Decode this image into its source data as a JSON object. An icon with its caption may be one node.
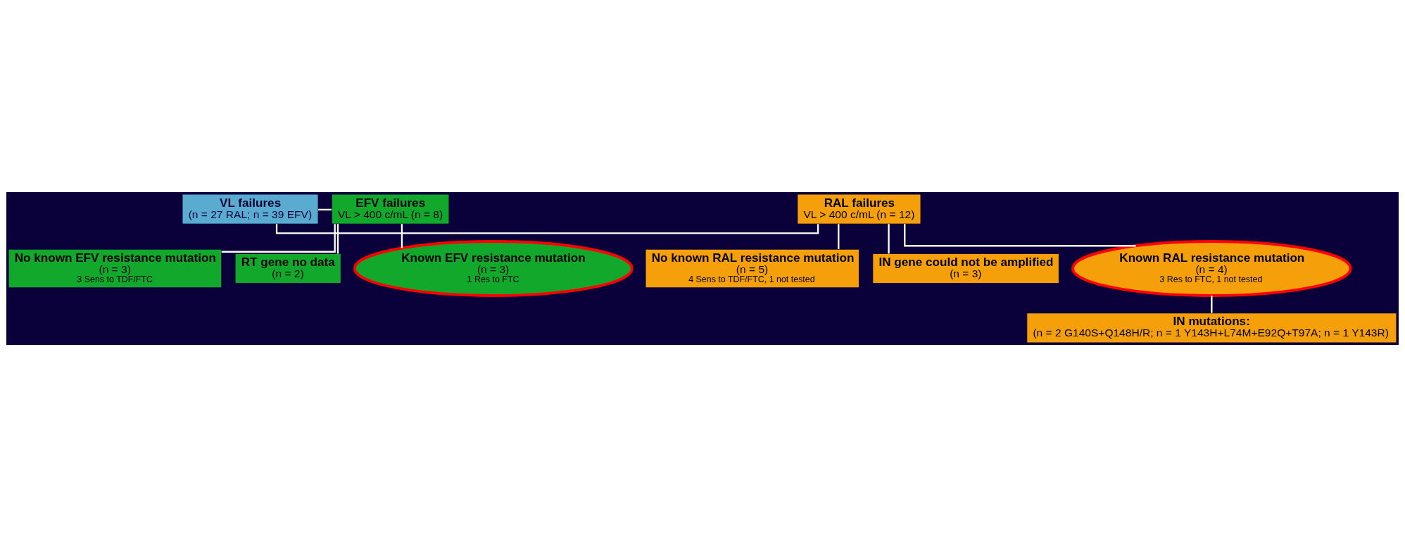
{
  "diagram": {
    "nodes": [
      {
        "text": [
          "VL failures",
          "(n = 27 RAL; n = 39 EFV)"
        ]
      },
      {
        "text": [
          "RAL failures",
          "VL > 400 c/mL (n = 12)"
        ]
      },
      {
        "text": [
          "EFV failures",
          "VL > 400 c/mL (n = 8)"
        ]
      },
      {
        "text": [
          "No known RAL resistance mutation",
          "(n = 5)",
          "4 Sens to TDF/FTC, 1 not tested"
        ]
      },
      {
        "text": [
          "IN gene could not be amplified",
          "(n = 3)"
        ]
      },
      {
        "text": [
          "Known RAL resistance mutation",
          "(n = 4)",
          "3 Res to FTC, 1 not tested"
        ]
      },
      {
        "text": [
          "IN mutations:",
          "(n = 2 G140S+Q148H/R; n = 1 Y143H+L74M+E92Q+T97A; n = 1 Y143R)"
        ]
      },
      {
        "text": [
          "No known EFV resistance mutation",
          "(n = 3)",
          "3 Sens to TDF/FTC"
        ]
      },
      {
        "text": [
          "RT gene no data",
          "(n = 2)"
        ]
      },
      {
        "text": [
          "Known EFV resistance mutation",
          "(n = 3)",
          "1 Res to FTC"
        ]
      }
    ],
    "edges": [
      {
        "from": 0,
        "to": 1,
        "arrow": "none"
      },
      {
        "from": 0,
        "to": 2,
        "arrow": "none"
      },
      {
        "from": 1,
        "to": 3,
        "arrow": "none"
      },
      {
        "from": 1,
        "to": 4,
        "arrow": "none"
      },
      {
        "from": 1,
        "to": 5,
        "arrow": "none"
      },
      {
        "from": 5,
        "to": 6,
        "arrow": "none"
      },
      {
        "from": 2,
        "to": 7,
        "arrow": "none"
      },
      {
        "from": 2,
        "to": 8,
        "arrow": "none"
      },
      {
        "from": 2,
        "to": 9,
        "arrow": "none"
      }
    ]
  }
}
